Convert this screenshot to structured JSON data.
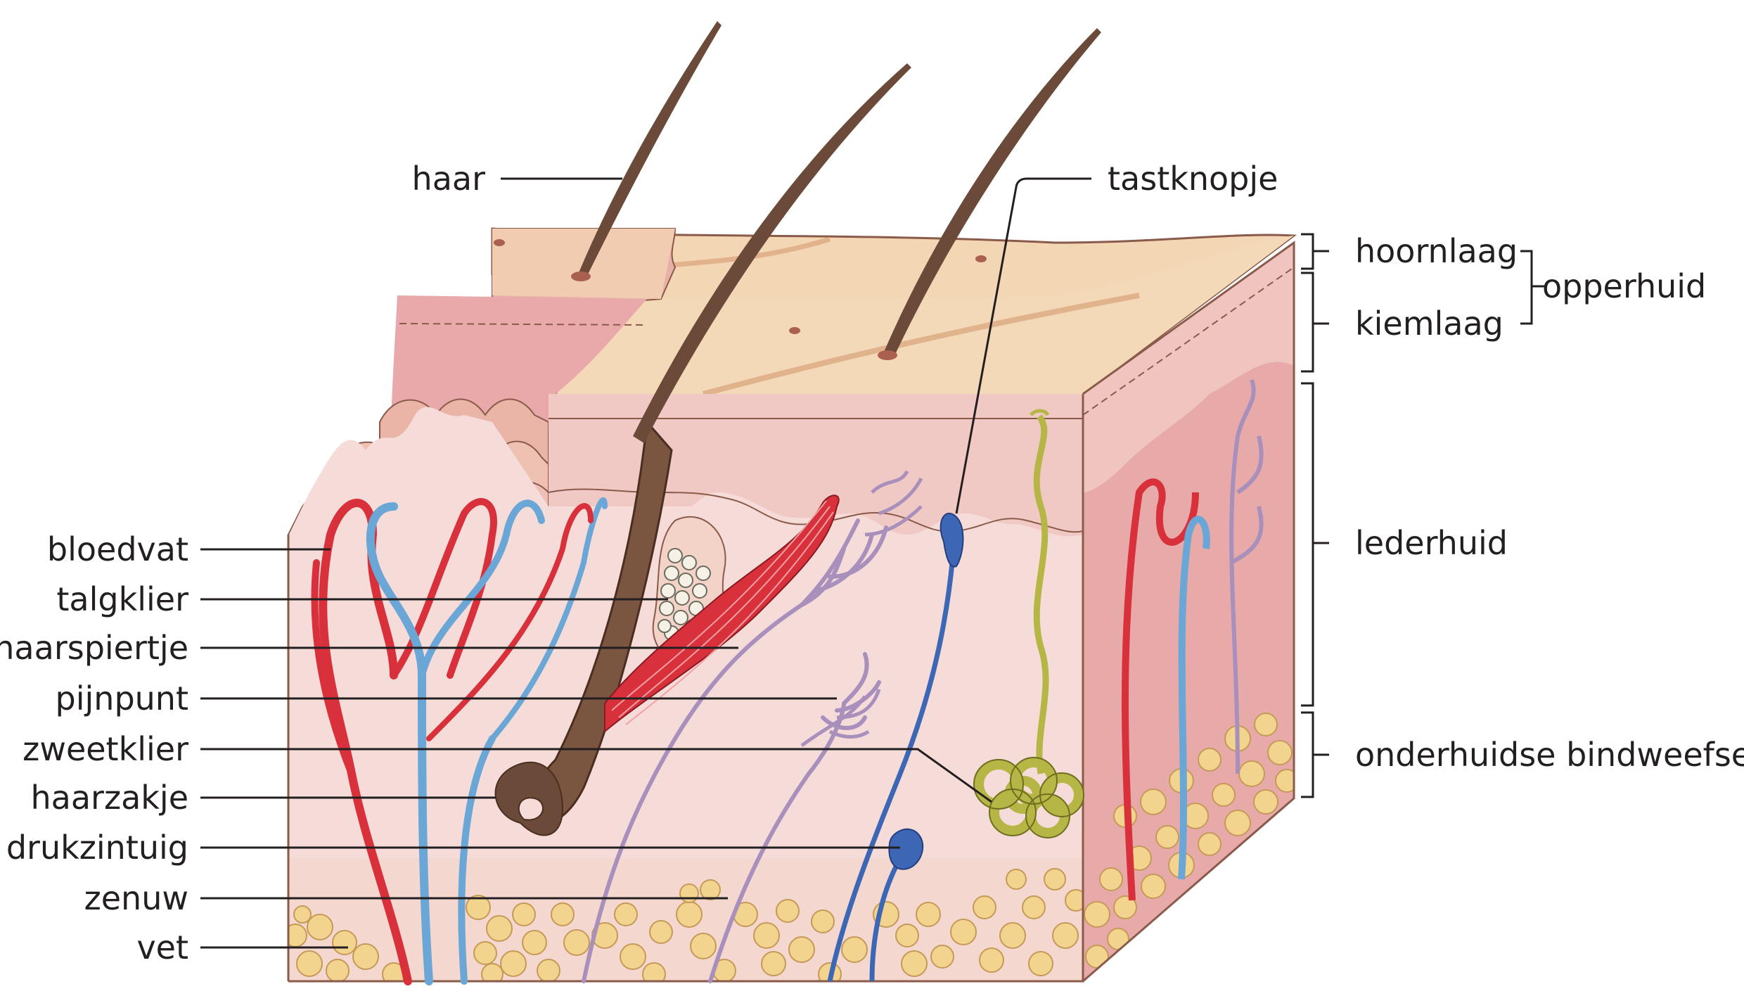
{
  "labels_left": {
    "haar": "haar",
    "bloedvat": "bloedvat",
    "talgklier": "talgklier",
    "haarspiertje": "haarspiertje",
    "pijnpunt": "pijnpunt",
    "zweetklier": "zweetklier",
    "haarzakje": "haarzakje",
    "drukzintuig": "drukzintuig",
    "zenuw": "zenuw",
    "vet": "vet"
  },
  "labels_right": {
    "tastknopje": "tastknopje",
    "hoornlaag": "hoornlaag",
    "kiemlaag": "kiemlaag",
    "opperhuid": "opperhuid",
    "lederhuid": "lederhuid",
    "onderhuidse_bindweefsel": "onderhuidse bindweefsel"
  },
  "colors": {
    "surface": "#f3d6b4",
    "epidermis": "#e8a9a4",
    "dermis": "#f6dad8",
    "side_face": "#e6a7a5",
    "hair": "#6b4a3a",
    "artery": "#d8313c",
    "vein": "#6aa6d6",
    "nerve": "#a98fbb",
    "fat": "#f2d48e",
    "sweat_gland": "#b5b645",
    "receptor": "#3d67b4",
    "label_text": "#231f20"
  }
}
